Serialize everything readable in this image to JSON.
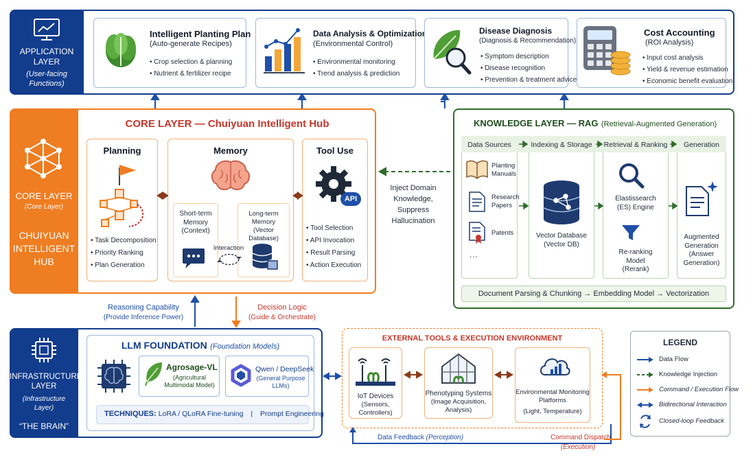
{
  "application_layer": {
    "name": "APPLICATION\nLAYER",
    "subtitle": "(User-facing\nFunctions)",
    "cards": [
      {
        "title": "Intelligent Planting Plan",
        "subtitle": "(Auto-generate Recipes)",
        "bullets": [
          "Crop selection & planning",
          "Nutrient & fertilizer recipe"
        ]
      },
      {
        "title": "Data Analysis & Optimization",
        "subtitle": "(Environmental Control)",
        "bullets": [
          "Environmental monitoring",
          "Trend analysis & prediction"
        ]
      },
      {
        "title": "Disease Diagnosis",
        "subtitle": "(Diagnosis & Recommendation)",
        "bullets": [
          "Symptom description",
          "Disease recognition",
          "Prevention & treatment advice"
        ]
      },
      {
        "title": "Cost Accounting",
        "subtitle": "(ROI Analysis)",
        "bullets": [
          "Input cost analysis",
          "Yield & revenue estimation",
          "Economic benefit evaluation"
        ]
      }
    ]
  },
  "core_layer": {
    "name": "CORE LAYER",
    "subtitle": "(Core Layer)",
    "hub_name": "CHUIYUAN\nINTELLIGENT\nHUB",
    "title": "CORE LAYER — Chuiyuan Intelligent Hub",
    "planning": {
      "title": "Planning",
      "bullets": [
        "Task Decomposition",
        "Priority Ranking",
        "Plan Generation"
      ]
    },
    "memory": {
      "title": "Memory",
      "short_term": "Short-term\nMemory\n(Context)",
      "long_term": "Long-term\nMemory\n(Vector Database)",
      "interaction": "Interaction"
    },
    "tool_use": {
      "title": "Tool Use",
      "api_badge": "API",
      "bullets": [
        "Tool Selection",
        "API Invocation",
        "Result Parsing",
        "Action Execution"
      ]
    }
  },
  "inject_label": "Inject Domain\nKnowledge,\nSuppress\nHallucination",
  "knowledge_layer": {
    "title": "KNOWLEDGE LAYER — RAG",
    "title_sub": "(Retrieval-Augmented Generation)",
    "stages": [
      "Data Sources",
      "Indexing & Storage",
      "Retrieval & Ranking",
      "Generation"
    ],
    "sources": [
      "Planting\nManuals",
      "Research\nPapers",
      "Patents",
      "..."
    ],
    "vector_db": "Vector Database\n(Vector DB)",
    "es_engine": "Elastissearch\n(ES) Engine",
    "rerank": "Re-ranking\nModel\n(Rerank)",
    "augmented": "Augmented\nGeneration\n(Answer\nGeneration)",
    "pipeline": [
      "Document Parsing & Chunking",
      "Embedding Model",
      "Vectorization"
    ],
    "pipeline_arrow": "→"
  },
  "between_labels": {
    "reasoning": "Reasoning Capability",
    "reasoning_sub": "(Provide Inference Power)",
    "decision": "Decision Logic",
    "decision_sub": "(Guide & Orchestrate)"
  },
  "infrastructure_layer": {
    "name": "INFRASTRUCTURE\nLAYER",
    "subtitle": "(Infrastructure\nLayer)",
    "brain": "“THE BRAIN”",
    "llm_title": "LLM FOUNDATION",
    "llm_title_sub": "(Foundation Models)",
    "model1_name": "Agrosage-VL",
    "model1_desc": "(Agricultural\nMultimodal Model)",
    "model2_name": "Qwen / DeepSeek",
    "model2_desc": "(General Purpose\nLLMs)",
    "techniques_label": "TECHNIQUES:",
    "techniques": "LoRA / QLoRA Fine-tuning",
    "techniques_sep": "|",
    "techniques2": "Prompt Engineering"
  },
  "external_tools": {
    "title": "EXTERNAL TOOLS & EXECUTION ENVIRONMENT",
    "items": [
      {
        "name": "IoT Devices",
        "desc": "(Sensors,\nControllers)"
      },
      {
        "name": "Phenotyping Systems",
        "desc": "(Image Acquisition,\nAnalysis)"
      },
      {
        "name": "Environmental Monitoring\nPlatforms",
        "desc": "(Light, Temperature)"
      }
    ],
    "data_feedback": "Data Feedback",
    "data_feedback_sub": "(Perception)",
    "command_dispatch": "Command Dispatch",
    "command_dispatch_sub": "(Execution)"
  },
  "legend": {
    "title": "LEGEND",
    "items": [
      "Data Flow",
      "Knowledge Injection",
      "Command / Execution Flow",
      "Bidirectional Interaction",
      "Closed-loop Feedback"
    ]
  },
  "colors": {
    "navy": "#123c8c",
    "blue": "#1f4fa8",
    "orange": "#ef7d22",
    "green": "#2f6b2a",
    "red_title": "#c6362b"
  }
}
